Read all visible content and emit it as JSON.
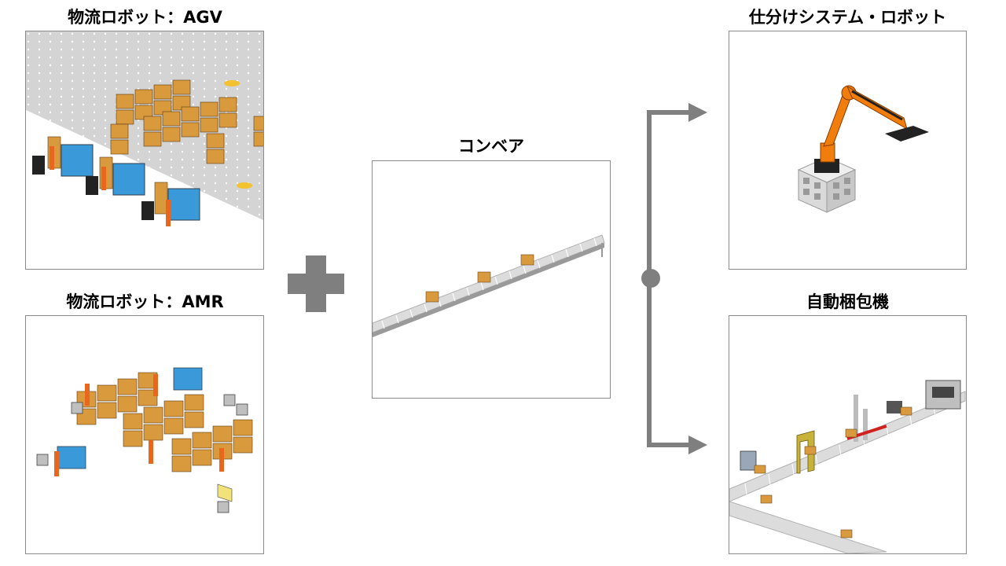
{
  "panels": {
    "agv": {
      "title": "物流ロボット：AGV"
    },
    "amr": {
      "title": "物流ロボット：AMR"
    },
    "conveyor": {
      "title": "コンベア"
    },
    "sorting": {
      "title": "仕分けシステム・ロボット"
    },
    "packing": {
      "title": "自動梱包機"
    }
  },
  "symbols": {
    "plus": "plus-icon",
    "branch": "branch-connector"
  },
  "colors": {
    "connector": "#7f7f7f",
    "shelf_box": "#d99a3e",
    "worker": "#e8671c",
    "robot_arm": "#f07d0c",
    "bin": "#3a9ad9"
  }
}
